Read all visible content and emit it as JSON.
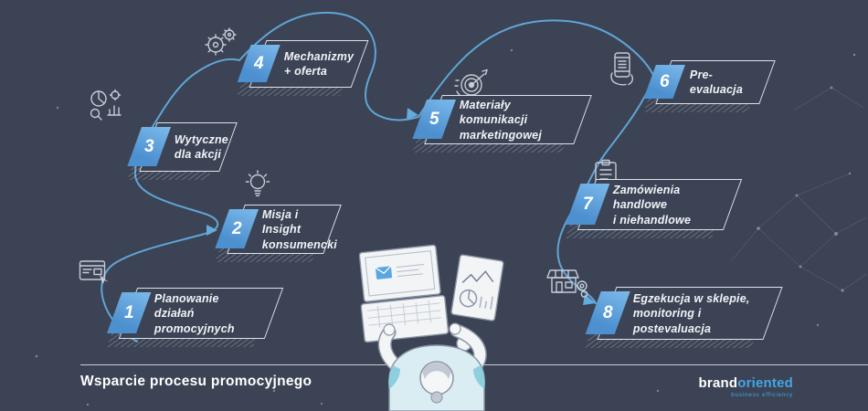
{
  "title": "Wsparcie procesu promocyjnego",
  "colors": {
    "background": "#3b4354",
    "accent_blue": "#5aa7e0",
    "box_border": "#dfe3ea",
    "text": "#f2f4f8"
  },
  "steps": [
    {
      "number": "1",
      "label": "Planowanie\ndziałań promocyjnych",
      "icon": "browser-window-icon"
    },
    {
      "number": "2",
      "label": "Misja i Insight\nkonsumencki",
      "icon": "lightbulb-icon"
    },
    {
      "number": "3",
      "label": "Wytyczne\ndla akcji",
      "icon": "analytics-charts-icon"
    },
    {
      "number": "4",
      "label": "Mechanizmy\n+ oferta",
      "icon": "gears-icon"
    },
    {
      "number": "5",
      "label": "Materiały komunikacji\nmarketingowej",
      "icon": "target-icon"
    },
    {
      "number": "6",
      "label": "Pre-evaluacja",
      "icon": "phone-in-hand-icon"
    },
    {
      "number": "7",
      "label": "Zamówienia handlowe\ni niehandlowe",
      "icon": "clipboard-icon"
    },
    {
      "number": "8",
      "label": "Egzekucja w sklepie,\nmonitoring i postevaluacja",
      "icon": "store-icon"
    }
  ],
  "logo": {
    "brand": "brand",
    "oriented": "oriented",
    "tagline": "business efficiency"
  }
}
